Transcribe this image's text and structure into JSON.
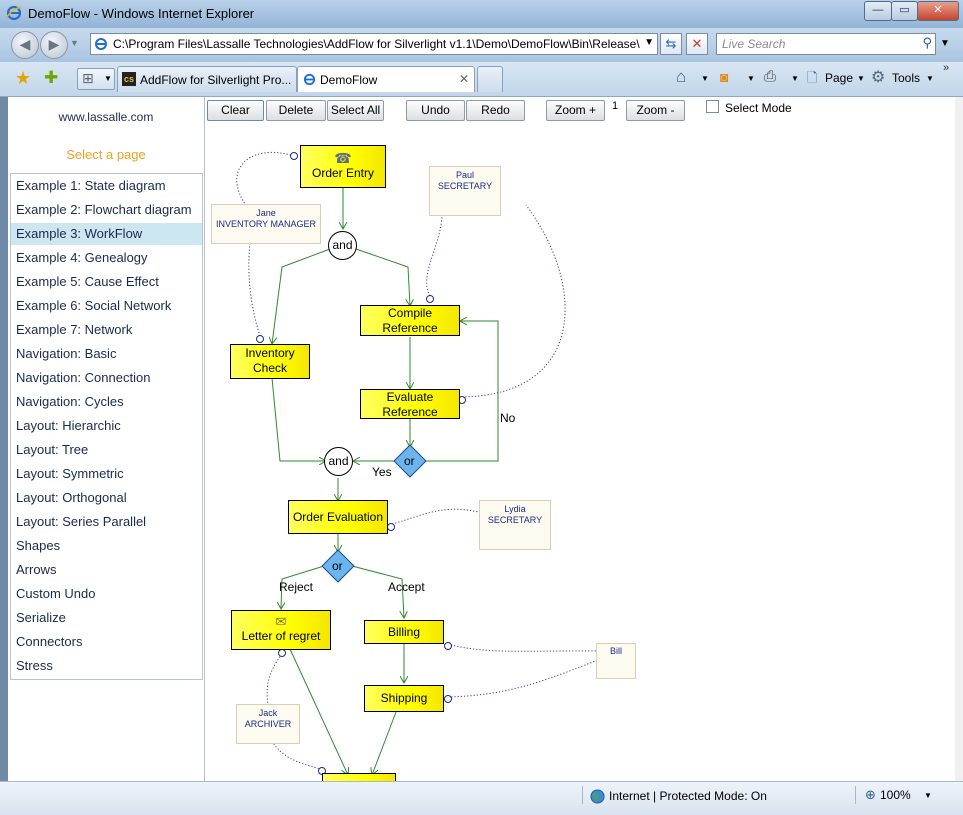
{
  "window": {
    "title": "DemoFlow - Windows Internet Explorer"
  },
  "address": {
    "url": "C:\\Program Files\\Lassalle Technologies\\AddFlow for Silverlight v1.1\\Demo\\DemoFlow\\Bin\\Release\\",
    "search_placeholder": "Live Search"
  },
  "tabs": [
    {
      "label": "AddFlow for Silverlight Pro..."
    },
    {
      "label": "DemoFlow"
    }
  ],
  "command_bar": {
    "page": "Page",
    "tools": "Tools"
  },
  "left_panel": {
    "site_link": "www.lassalle.com",
    "select_page": "Select a page",
    "items": [
      "Example 1: State diagram",
      "Example 2: Flowchart diagram",
      "Example 3: WorkFlow",
      "Example 4: Genealogy",
      "Example 5: Cause Effect",
      "Example 6: Social Network",
      "Example 7: Network",
      "Navigation: Basic",
      "Navigation: Connection",
      "Navigation: Cycles",
      "Layout: Hierarchic",
      "Layout: Tree",
      "Layout: Symmetric",
      "Layout: Orthogonal",
      "Layout: Series Parallel",
      "Shapes",
      "Arrows",
      "Custom Undo",
      "Serialize",
      "Connectors",
      "Stress"
    ],
    "selected_index": 2
  },
  "toolbar": {
    "clear": "Clear",
    "delete": "Delete",
    "select_all": "Select All",
    "undo": "Undo",
    "redo": "Redo",
    "zoom_in": "Zoom +",
    "zoom_value": "1",
    "zoom_out": "Zoom -",
    "select_mode": "Select Mode"
  },
  "diagram": {
    "order_entry": "Order Entry",
    "and1": "and",
    "compile_reference": "Compile Reference",
    "inventory_check": "Inventory Check",
    "evaluate_reference": "Evaluate Reference",
    "or1": "or",
    "and2": "and",
    "order_evaluation": "Order Evaluation",
    "or2": "or",
    "letter_of_regret": "Letter of regret",
    "billing": "Billing",
    "shipping": "Shipping",
    "label_no": "No",
    "label_yes": "Yes",
    "label_reject": "Reject",
    "label_accept": "Accept",
    "jane_name": "Jane",
    "jane_role": "INVENTORY MANAGER",
    "paul_name": "Paul",
    "paul_role": "SECRETARY",
    "lydia_name": "Lydia",
    "lydia_role": "SECRETARY",
    "bill_name": "Bill",
    "jack_name": "Jack",
    "jack_role": "ARCHIVER"
  },
  "status": {
    "zone": "Internet | Protected Mode: On",
    "zoom": "100%"
  },
  "colors": {
    "task_fill": "#ffff00",
    "gateway_fill": "#6cb4ee",
    "link_green": "#2f8a2f",
    "link_dotted": "#3a3aa0",
    "selection": "#cce7ef"
  }
}
